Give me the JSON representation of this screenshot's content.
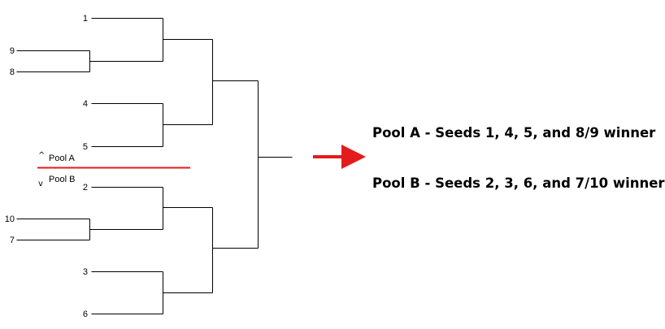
{
  "seeds": {
    "s1": "1",
    "s9": "9",
    "s8": "8",
    "s4": "4",
    "s5": "5",
    "s2": "2",
    "s10": "10",
    "s7": "7",
    "s3": "3",
    "s6": "6"
  },
  "divider": {
    "pool_a_caret": "^",
    "pool_a_label": "Pool A",
    "pool_b_caret": "v",
    "pool_b_label": "Pool B",
    "color": "#e31b1b"
  },
  "arrow": {
    "icon": "right-arrow-icon",
    "color": "#e31b1b"
  },
  "info": {
    "pool_a": "Pool A - Seeds 1, 4, 5, and 8/9 winner",
    "pool_b": "Pool B - Seeds 2, 3, 6, and 7/10 winner"
  }
}
